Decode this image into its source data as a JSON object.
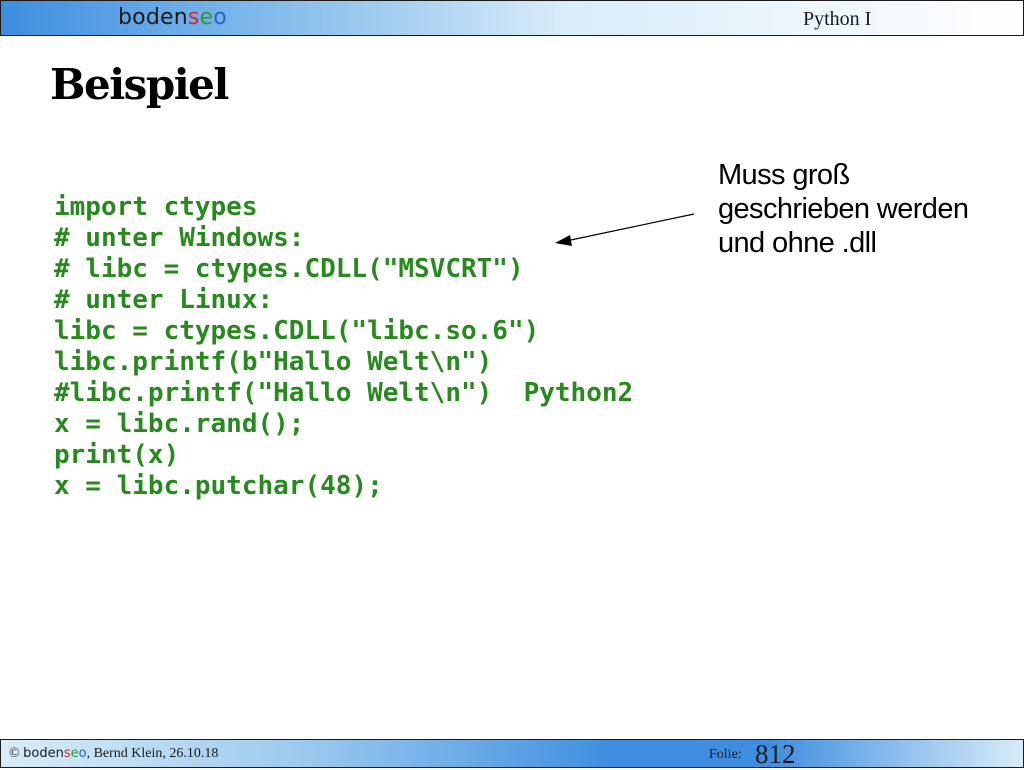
{
  "header": {
    "logo": {
      "part1": "boden",
      "part2": "s",
      "part3": "e",
      "part4": "o"
    },
    "course_title": "Python I"
  },
  "slide": {
    "title": "Beispiel",
    "code_lines": [
      "import ctypes",
      "# unter Windows:",
      "# libc = ctypes.CDLL(\"MSVCRT\")",
      "# unter Linux:",
      "libc = ctypes.CDLL(\"libc.so.6\")",
      "libc.printf(b\"Hallo Welt\\n\")",
      "#libc.printf(\"Hallo Welt\\n\")  Python2",
      "x = libc.rand();",
      "print(x)",
      "x = libc.putchar(48);"
    ],
    "annotation_lines": [
      "Muss groß",
      "geschrieben werden",
      "und ohne .dll"
    ]
  },
  "footer": {
    "copyright_symbol": "©",
    "author_date": ", Bernd Klein, 26.10.18",
    "folio_label": "Folie:",
    "folio_number": "812"
  },
  "colors": {
    "code": "#288a1e",
    "logo_red": "#d32a2a",
    "logo_green": "#2f9a34",
    "logo_blue": "#2a5fd0",
    "band_blue": "#3d8ee0"
  }
}
